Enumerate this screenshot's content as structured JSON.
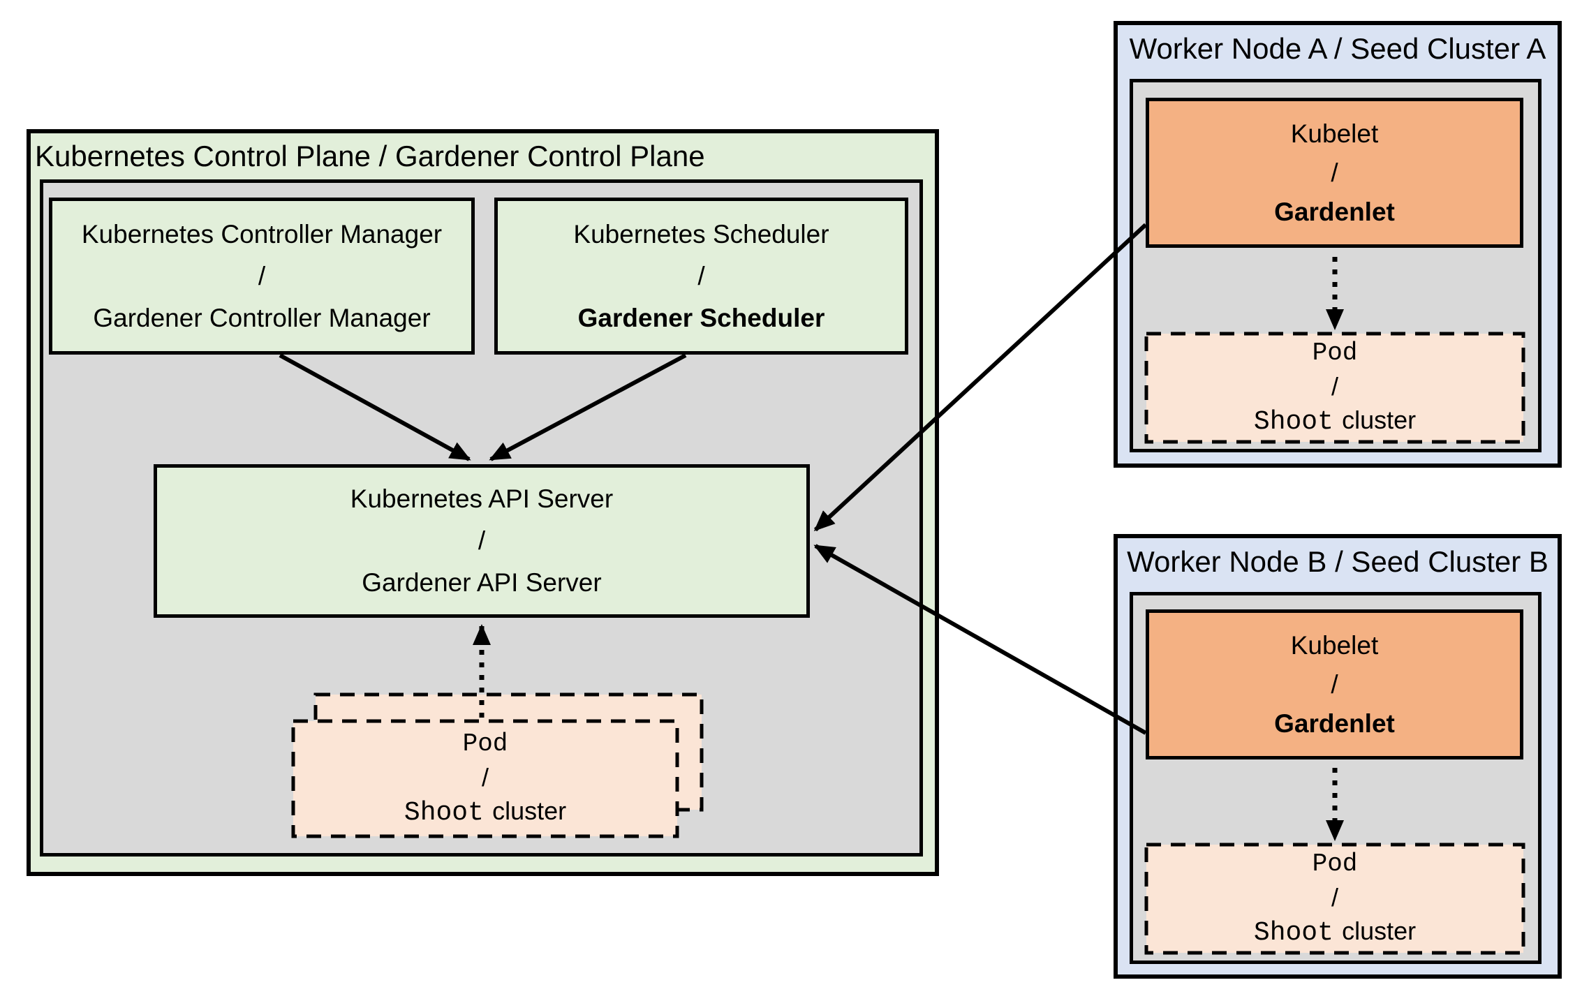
{
  "diagram": {
    "control_plane": {
      "title": "Kubernetes Control Plane / Gardener Control Plane",
      "controller_manager": {
        "line1": "Kubernetes Controller Manager",
        "line2": "/",
        "line3": "Gardener Controller Manager"
      },
      "scheduler": {
        "line1": "Kubernetes Scheduler",
        "line2": "/",
        "line3": "Gardener Scheduler"
      },
      "api_server": {
        "line1": "Kubernetes API Server",
        "line2": "/",
        "line3": "Gardener API Server"
      },
      "pod": {
        "line1": "Pod",
        "line2": "/",
        "line3_mono": "Shoot",
        "line3_sans": "cluster"
      }
    },
    "worker_a": {
      "title": "Worker Node A / Seed Cluster A",
      "kubelet": {
        "line1": "Kubelet",
        "line2": "/",
        "line3": "Gardenlet"
      },
      "pod": {
        "line1": "Pod",
        "line2": "/",
        "line3_mono": "Shoot",
        "line3_sans": "cluster"
      }
    },
    "worker_b": {
      "title": "Worker Node B / Seed Cluster B",
      "kubelet": {
        "line1": "Kubelet",
        "line2": "/",
        "line3": "Gardenlet"
      },
      "pod": {
        "line1": "Pod",
        "line2": "/",
        "line3_mono": "Shoot",
        "line3_sans": "cluster"
      }
    },
    "colors": {
      "green_fill": "#e2efda",
      "gray_fill": "#d9d9d9",
      "blue_fill": "#dae3f3",
      "orange_fill": "#f4b183",
      "peach_fill": "#fbe5d6",
      "line": "#000000"
    }
  }
}
